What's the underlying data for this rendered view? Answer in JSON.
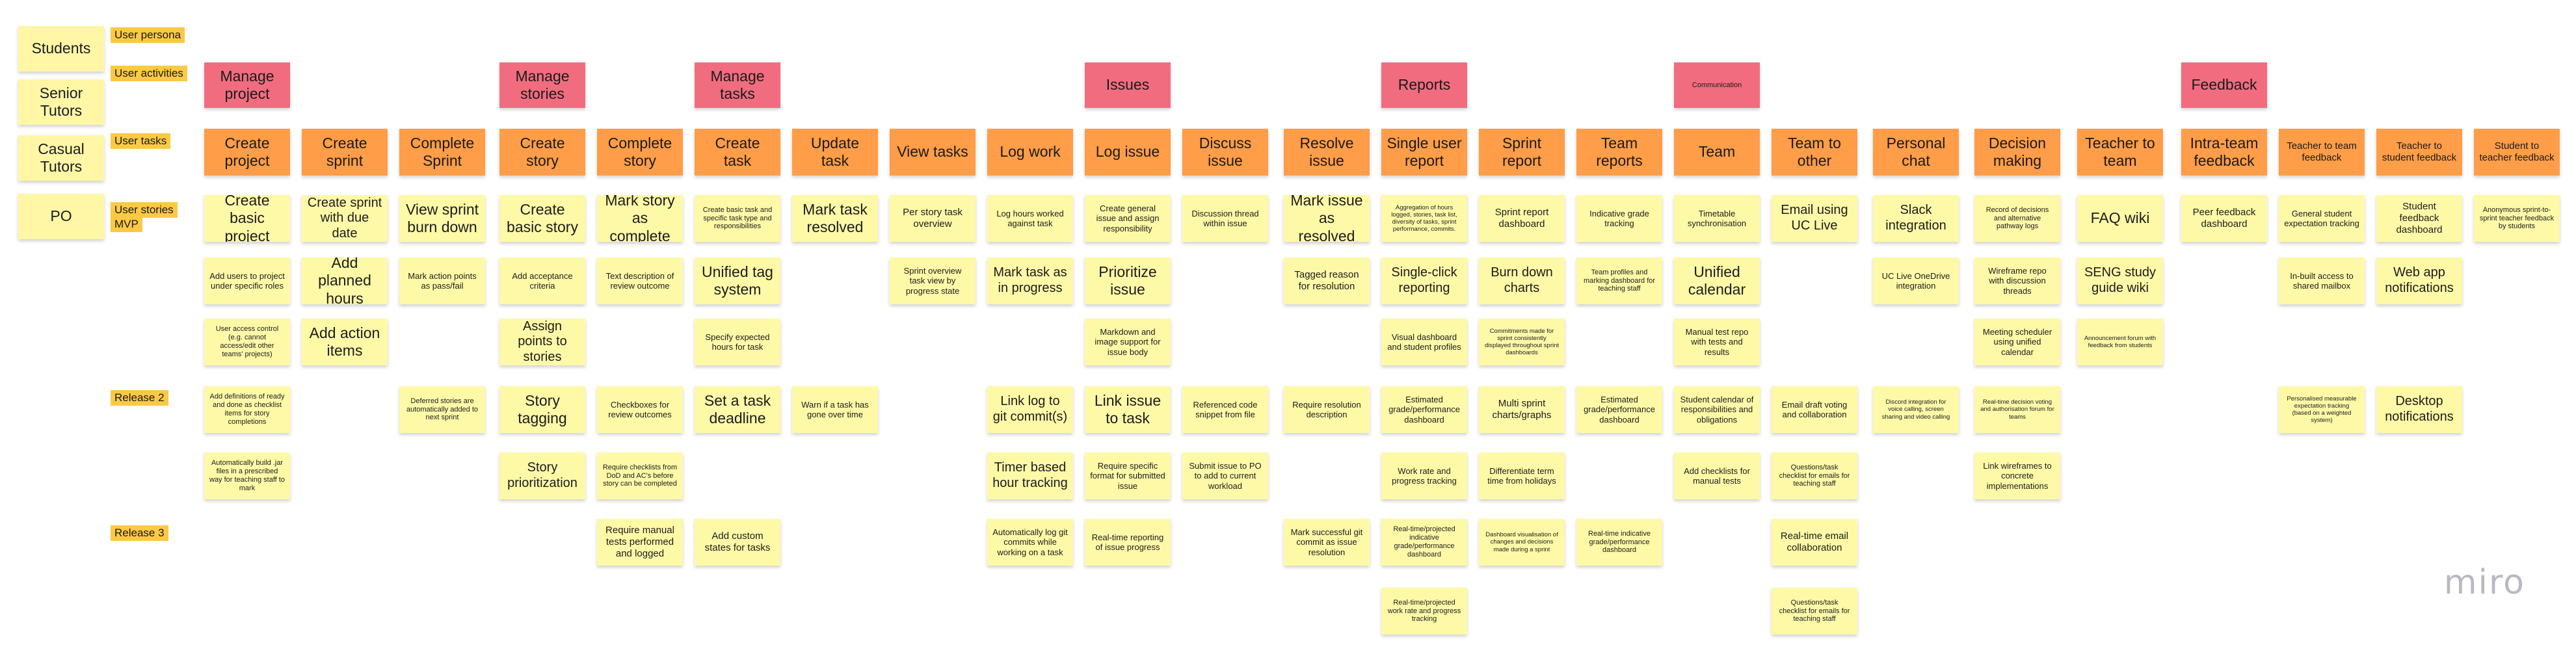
{
  "personas": [
    "Students",
    "Senior Tutors",
    "Casual Tutors",
    "PO"
  ],
  "row_labels": {
    "persona": "User persona",
    "activities": "User activities",
    "tasks": "User tasks",
    "stories": "User stories",
    "mvp": "MVP",
    "release2": "Release 2",
    "release3": "Release 3"
  },
  "activities": [
    "Manage project",
    "Manage stories",
    "Manage tasks",
    "Issues",
    "Reports",
    "Communication",
    "Feedback"
  ],
  "tasks": [
    "Create project",
    "Create sprint",
    "Complete Sprint",
    "Create story",
    "Complete story",
    "Create task",
    "Update task",
    "View tasks",
    "Log work",
    "Log issue",
    "Discuss issue",
    "Resolve issue",
    "Single user report",
    "Sprint report",
    "Team reports",
    "Team",
    "Team to other",
    "Personal chat",
    "Decision making",
    "Teacher to team",
    "Intra-team feedback",
    "Teacher to team feedback",
    "Teacher to student feedback",
    "Student to teacher feedback"
  ],
  "stories": [
    "Create basic project",
    "Add users to project under specific roles",
    "User access control (e.g. cannot access/edit other teams' projects)",
    "Add definitions of ready and done as checklist items for story completions",
    "Automatically build .jar files in a prescribed way for teaching staff to mark",
    "Create sprint with due date",
    "Add planned hours",
    "Add action items",
    "View sprint burn down",
    "Mark action points as pass/fail",
    "Deferred stories are automatically added to next sprint",
    "Create basic story",
    "Add acceptance criteria",
    "Assign points to stories",
    "Story tagging",
    "Story prioritization",
    "Mark story as complete",
    "Text description of review outcome",
    "Checkboxes for review outcomes",
    "Require checklists from DoD and AC's before story can be completed",
    "Require manual tests performed and logged",
    "Create basic task and specific task type and responsibilities",
    "Unified tag system",
    "Specify expected hours for task",
    "Set a task deadline",
    "Add custom states for tasks",
    "Mark task resolved",
    "Warn if a task has gone over time",
    "Per story task overview",
    "Sprint overview task view by progress state",
    "Log hours worked against task",
    "Mark task as in progress",
    "Link log to git commit(s)",
    "Timer based hour tracking",
    "Automatically log git commits while working on a task",
    "Create general issue and assign responsibility",
    "Prioritize issue",
    "Markdown and image support for issue body",
    "Link issue to task",
    "Require specific format for submitted issue",
    "Real-time reporting of issue progress",
    "Discussion thread within issue",
    "Referenced code snippet from file",
    "Submit issue to PO to add to current workload",
    "Mark issue as resolved",
    "Tagged reason for resolution",
    "Require resolution description",
    "Mark successful git commit as issue resolution",
    "Aggregation of hours logged, stories, task list, diversity of tasks, sprint performance, commits.",
    "Single-click reporting",
    "Visual dashboard and student profiles",
    "Estimated grade/performance dashboard",
    "Work rate and progress tracking",
    "Real-time/projected indicative grade/performance dashboard",
    "Real-time/projected work rate and progress tracking",
    "Sprint report dashboard",
    "Burn down charts",
    "Commitments made for sprint consistently displayed throughout sprint dashboards",
    "Multi sprint charts/graphs",
    "Differentiate term time from holidays",
    "Dashboard visualisation of changes and decisions made during a sprint",
    "Indicative grade tracking",
    "Team profiles and marking dashboard for teaching staff",
    "Estimated grade/performance dashboard",
    "Real-time indicative grade/performance dashboard",
    "Timetable synchronisation",
    "Unified calendar",
    "Manual test repo with tests and results",
    "Student calendar of responsibilities and obligations",
    "Add checklists for manual tests",
    "Email using UC Live",
    "Email draft voting and collaboration",
    "Questions/task checklist for emails for teaching staff",
    "Real-time email collaboration",
    "Questions/task checklist for emails for teaching staff",
    "Slack integration",
    "UC Live OneDrive integration",
    "Discord integration for voice calling, screen sharing and video calling",
    "Record of decisions and alternative pathway logs",
    "Wireframe repo with discussion threads",
    "Meeting scheduler using unified calendar",
    "Real-time decision voting and authorisation forum for teams",
    "Link wireframes to concrete implementations",
    "FAQ wiki",
    "SENG study guide wiki",
    "Announcement forum with feedback from students",
    "Peer feedback dashboard",
    "General student expectation tracking",
    "In-built access to shared mailbox",
    "Personalised measurable expectation tracking (based on a weighted system)",
    "Student feedback dashboard",
    "Web app notifications",
    "Desktop notifications",
    "Anonymous sprint-to-sprint teacher feedback by students"
  ],
  "watermark": "miro",
  "colors": {
    "activity": "#f16c7f",
    "task": "#ff9d48",
    "story": "#fef9a7",
    "label": "#fcc945"
  }
}
